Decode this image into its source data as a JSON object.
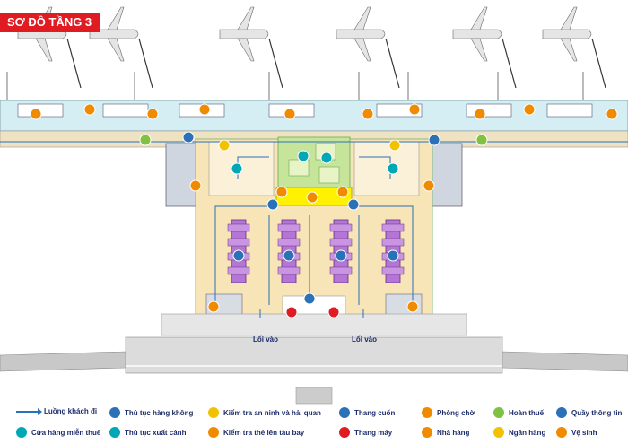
{
  "title": "SƠ ĐỒ TẦNG 3",
  "entrances": [
    "Lối vào",
    "Lối vào"
  ],
  "legend": [
    {
      "label": "Luồng khách đi",
      "icon": "arrow-line-icon",
      "color": "#2a71b8"
    },
    {
      "label": "Thủ tục hàng không",
      "icon": "checkin-icon",
      "color": "#2a71b8"
    },
    {
      "label": "Kiểm tra an ninh và hải quan",
      "icon": "security-icon",
      "color": "#f2c200"
    },
    {
      "label": "Thang cuốn",
      "icon": "escalator-icon",
      "color": "#2a71b8"
    },
    {
      "label": "Phòng chờ",
      "icon": "waiting-room-icon",
      "color": "#f08a00"
    },
    {
      "label": "Hoàn thuế",
      "icon": "tax-refund-icon",
      "color": "#7fc241"
    },
    {
      "label": "Quầy thông tin",
      "icon": "info-icon",
      "color": "#2a71b8"
    },
    {
      "label": "Cửa hàng miễn thuế",
      "icon": "duty-free-icon",
      "color": "#00a7b5"
    },
    {
      "label": "Thủ tục xuất cảnh",
      "icon": "emigration-icon",
      "color": "#00a7b5"
    },
    {
      "label": "Kiểm tra thẻ lên tàu bay",
      "icon": "boarding-check-icon",
      "color": "#f08a00"
    },
    {
      "label": "Thang máy",
      "icon": "elevator-icon",
      "color": "#e11b22"
    },
    {
      "label": "Nhà hàng",
      "icon": "restaurant-icon",
      "color": "#f08a00"
    },
    {
      "label": "Ngân hàng",
      "icon": "bank-icon",
      "color": "#f2c200"
    },
    {
      "label": "Vệ sinh",
      "icon": "toilet-icon",
      "color": "#f08a00"
    }
  ]
}
